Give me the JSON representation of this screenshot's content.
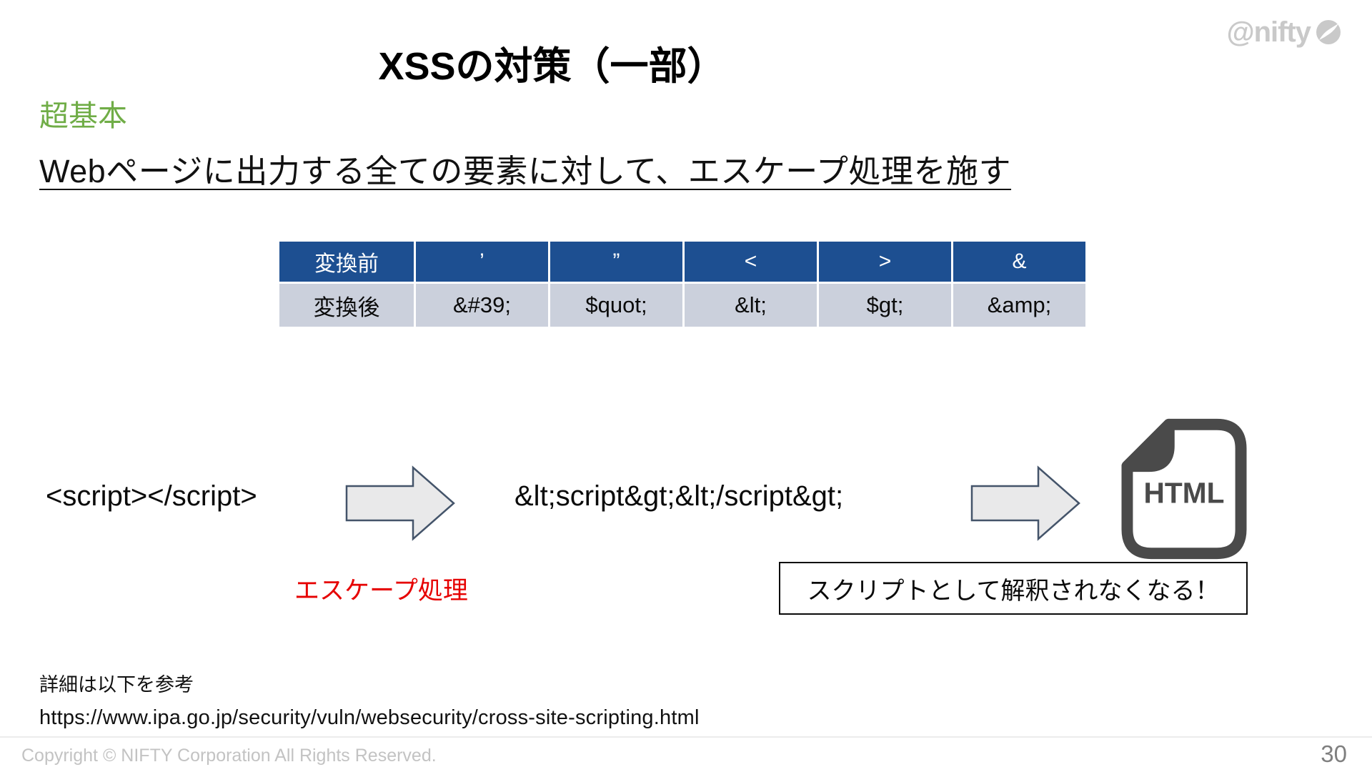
{
  "slide": {
    "title": "XSSの対策（一部）",
    "logo_text": "@nifty",
    "page_number": "30",
    "copyright": "Copyright © NIFTY Corporation All Rights Reserved."
  },
  "content": {
    "tag": "超基本",
    "heading": "Webページに出力する全ての要素に対して、エスケープ処理を施す",
    "table": {
      "header_label": "変換前",
      "row_label": "変換後",
      "columns": [
        "’",
        "”",
        "<",
        ">",
        "&"
      ],
      "values": [
        "&#39;",
        "$quot;",
        "&lt;",
        "$gt;",
        "&amp;"
      ]
    },
    "diagram": {
      "before": "<script></script>",
      "after": "&lt;script&gt;&lt;/script&gt;",
      "arrow_label": "エスケープ処理",
      "result_note": "スクリプトとして解釈されなくなる！",
      "file_icon_label": "HTML"
    },
    "footnote": {
      "line1": "詳細は以下を参考",
      "line2": "https://www.ipa.go.jp/security/vuln/websecurity/cross-site-scripting.html"
    }
  },
  "colors": {
    "accent_green": "#70ad47",
    "accent_red": "#e60000",
    "table_header_blue": "#1d4f91",
    "table_row_gray": "#cbd0dc",
    "arrow_fill": "#e9e9ea",
    "arrow_border": "#44546a",
    "icon_gray": "#4a4a4a",
    "footer_gray": "#c3c3c3"
  }
}
